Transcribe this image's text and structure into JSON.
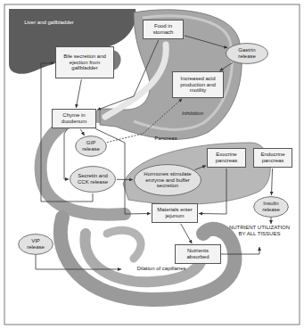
{
  "diagram": {
    "nodes": [
      {
        "text": [
          "Food in stomach"
        ]
      },
      {
        "text": [
          "Gastrin release"
        ]
      },
      {
        "text": [
          "Bile secretion and ejection from gallbladder"
        ]
      },
      {
        "text": [
          "Increased acid production and motility"
        ]
      },
      {
        "text": [
          "Chyme in duodenum"
        ]
      },
      {
        "text": [
          "GIP release"
        ]
      },
      {
        "text": [
          "Exocrine pancreas"
        ]
      },
      {
        "text": [
          "Endocrine pancreas"
        ]
      },
      {
        "text": [
          "Secretin and CCK release"
        ]
      },
      {
        "text": [
          "Hormones stimulate enzyme and buffer secretion"
        ]
      },
      {
        "text": [
          "Insulin release"
        ]
      },
      {
        "text": [
          "Materials enter jejunum"
        ]
      },
      {
        "text": [
          "VIP release"
        ]
      },
      {
        "text": [
          "Nutrients absorbed"
        ]
      }
    ],
    "edges": [
      {
        "from": 0,
        "to": 1,
        "arrow": "to"
      },
      {
        "from": 1,
        "to": 3,
        "arrow": "to"
      },
      {
        "from": 0,
        "to": 4,
        "arrow": "to"
      },
      {
        "from": 2,
        "to": 4,
        "arrow": "to"
      },
      {
        "from": 4,
        "to": 5,
        "arrow": "to"
      },
      {
        "from": 5,
        "to": 3,
        "arrow": "to",
        "label": "Inhibition"
      },
      {
        "from": 4,
        "to": 8,
        "arrow": "to"
      },
      {
        "from": 8,
        "to": 9,
        "arrow": "to"
      },
      {
        "from": 9,
        "to": 6,
        "arrow": "to"
      },
      {
        "from": 6,
        "to": 11,
        "arrow": "to"
      },
      {
        "from": 7,
        "to": 10,
        "arrow": "to"
      },
      {
        "from": 4,
        "to": 11,
        "arrow": "to"
      },
      {
        "from": 11,
        "to": 13,
        "arrow": "to"
      },
      {
        "from": 8,
        "to": 2,
        "arrow": "to"
      }
    ],
    "labels": [
      "Liver and gallbladder",
      "Pancreas",
      "NUTRIENT UTILIZATION BY ALL TISSUES",
      "Dilation of capillaries"
    ]
  }
}
